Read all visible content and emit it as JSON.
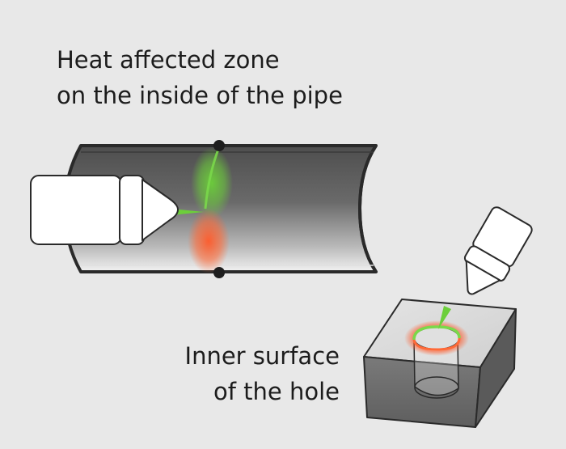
{
  "labels": {
    "pipe": {
      "line1": "Heat affected zone",
      "line2": "on the inside of the pipe"
    },
    "hole": {
      "line1": "Inner surface",
      "line2": "of the hole"
    }
  },
  "colors": {
    "background": "#e8e8e8",
    "outline": "#2a2a2a",
    "pipe_dark": "#5a5a5a",
    "block_top": "#dcdcdc",
    "block_side": "#6e6e6e",
    "laser_green": "#6ccf3a",
    "heat_red": "#ff5a2a"
  }
}
